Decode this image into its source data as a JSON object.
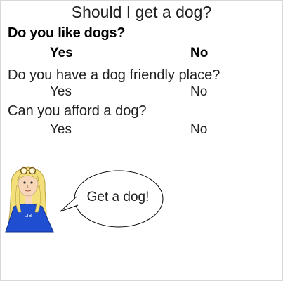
{
  "title": "Should I get a dog?",
  "questions": [
    {
      "text": "Do you like dogs?",
      "yes": "Yes",
      "no": "No"
    },
    {
      "text": "Do you have a dog friendly place?",
      "yes": "Yes",
      "no": "No"
    },
    {
      "text": "Can you afford a dog?",
      "yes": "Yes",
      "no": "No"
    }
  ],
  "speech": {
    "text": "Get a dog!"
  },
  "avatar": {
    "badge": "LIB",
    "icon": "librarian-avatar-icon"
  },
  "colors": {
    "hair": "#f3e07a",
    "shirt": "#1f4fd0",
    "skin": "#f7d7b8"
  }
}
